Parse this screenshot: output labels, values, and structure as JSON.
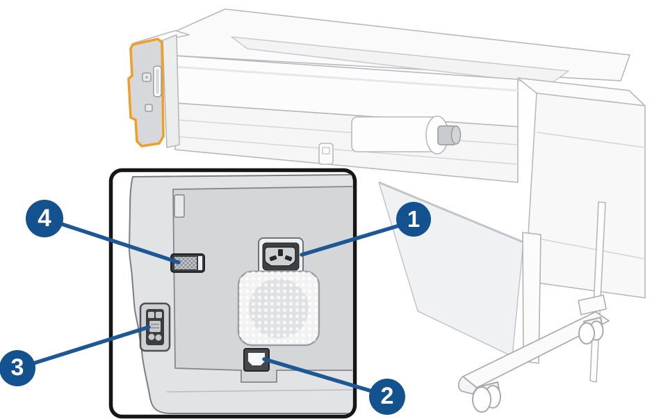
{
  "diagram": {
    "subject": "large-format-printer-rear-view",
    "inset": "connector-panel-detail",
    "highlight_color": "#f09e28",
    "callout_color": "#14528f",
    "inset_border_color": "#161616",
    "panel_gray": "#d4d6d8",
    "line_art_gray": "#b6b9bd",
    "callouts": [
      {
        "number": "1",
        "target": "power-socket"
      },
      {
        "number": "2",
        "target": "ethernet-port"
      },
      {
        "number": "3",
        "target": "side-connector-panel"
      },
      {
        "number": "4",
        "target": "vent-grille"
      }
    ]
  }
}
